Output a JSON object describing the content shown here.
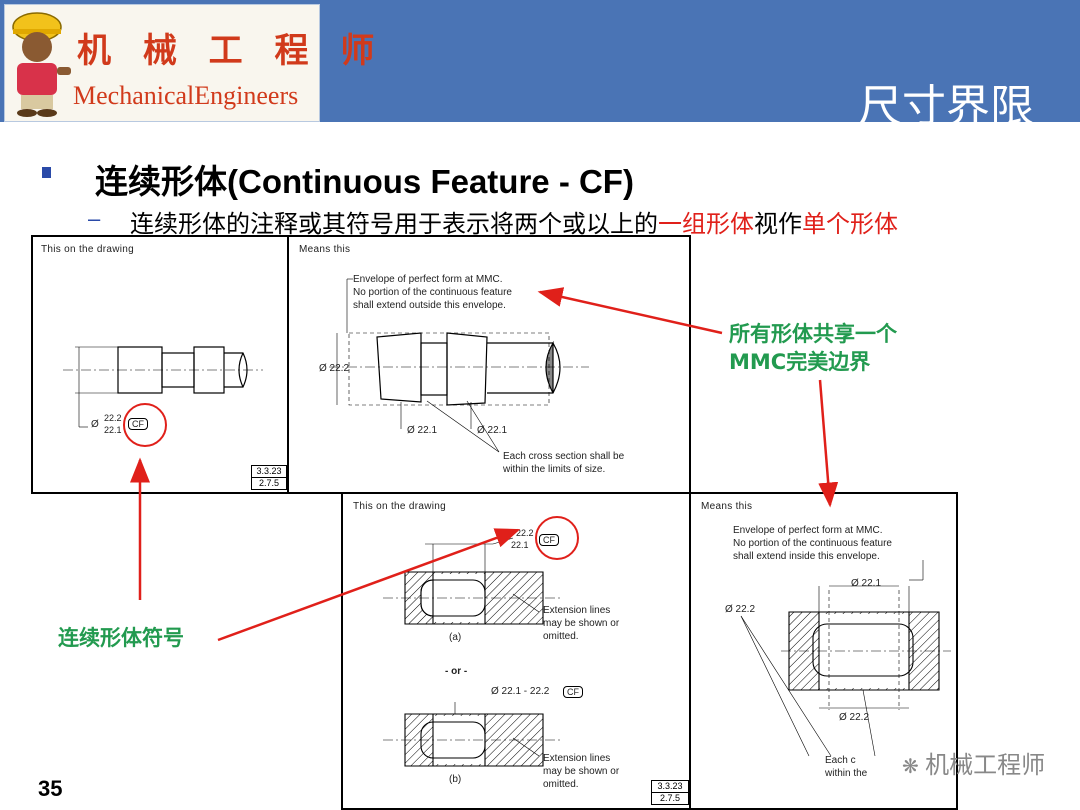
{
  "header": {
    "logo_cn": "机 械 工 程 师",
    "logo_en": "MechanicalEngineers",
    "slide_title": "尺寸界限"
  },
  "bullet": {
    "title": "连续形体(Continuous Feature - CF)",
    "sub_dash": "–",
    "sub_prefix": "连续形体的注释或其符号用于表示将两个或以上的",
    "sub_red1": "一组形体",
    "sub_mid": "视作",
    "sub_red2": "单个形体"
  },
  "panel1": {
    "label": "This on the drawing",
    "dim_top": "22.2",
    "dim_bottom": "22.1",
    "dia": "Ø",
    "cf": "CF",
    "ref1": "3.3.23",
    "ref2": "2.7.5"
  },
  "panel2": {
    "label": "Means this",
    "note_lines": [
      "Envelope of perfect form at MMC.",
      "No portion of the continuous feature",
      "shall extend outside this envelope."
    ],
    "dia_main": "Ø 22.2",
    "dia_a": "Ø 22.1",
    "dia_b": "Ø 22.1",
    "bottom_note": [
      "Each cross section shall be",
      "within the limits of size."
    ]
  },
  "panel3": {
    "label": "This on the drawing",
    "dim_top": "22.2",
    "dim_bottom": "22.1",
    "cf": "CF",
    "ext_note_a": [
      "Extension lines",
      "may be shown or",
      "omitted."
    ],
    "caption_a": "(a)",
    "or": "- or -",
    "dim_range": "Ø 22.1 - 22.2",
    "cf2": "CF",
    "ext_note_b": [
      "Extension lines",
      "may be shown or",
      "omitted."
    ],
    "caption_b": "(b)",
    "ref1": "3.3.23",
    "ref2": "2.7.5"
  },
  "panel4": {
    "label": "Means this",
    "note_lines": [
      "Envelope of perfect form at MMC.",
      "No portion of the continuous feature",
      "shall extend inside this envelope."
    ],
    "dia_top": "Ø 22.1",
    "dia_left": "Ø 22.2",
    "dia_bottom": "Ø 22.2",
    "bottom_note": [
      "Each c",
      "within the"
    ]
  },
  "annotations": {
    "shared_boundary": [
      "所有形体共享一个",
      "MMC完美边界"
    ],
    "cf_symbol": "连续形体符号"
  },
  "footer": {
    "page_number": "35",
    "watermark": "机械工程师"
  },
  "colors": {
    "header_blue": "#4a74b5",
    "accent_red": "#e0201a",
    "annotation_green": "#229a4f"
  }
}
